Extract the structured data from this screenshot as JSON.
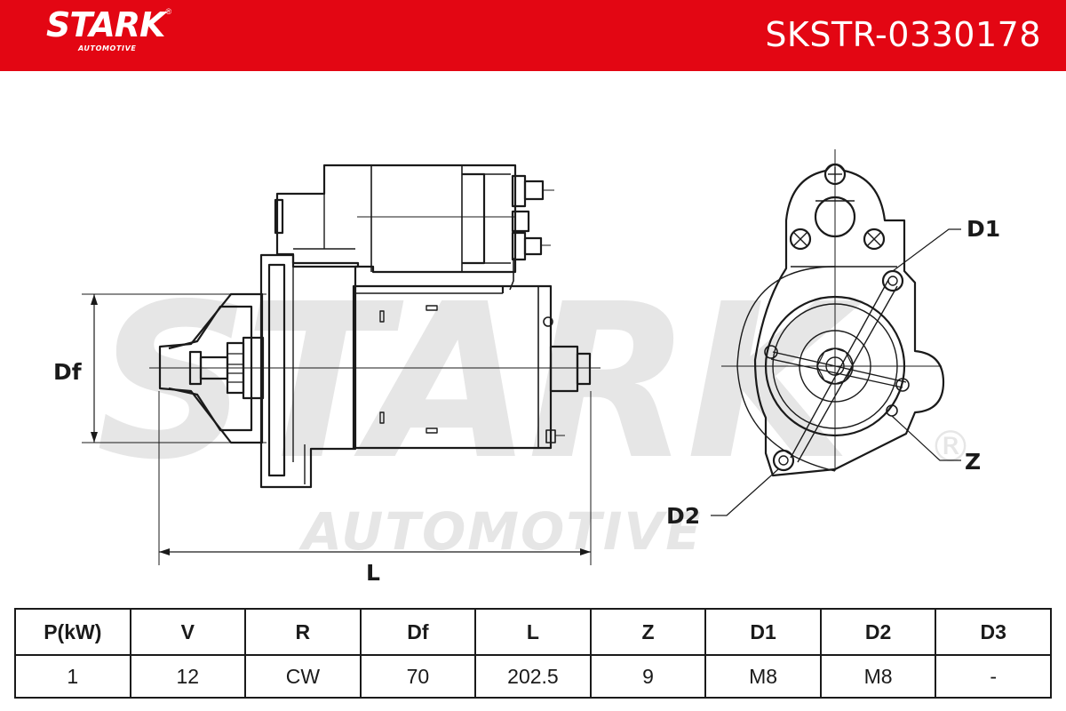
{
  "header": {
    "logo_text": "STARK",
    "logo_reg": "®",
    "logo_sub": "AUTOMOTIVE",
    "part_number": "SKSTR-0330178",
    "background_color": "#e30613"
  },
  "watermark": {
    "main": "STARK",
    "sub": "AUTOMOTIVE",
    "reg": "®"
  },
  "drawing_labels": {
    "df": "Df",
    "l": "L",
    "d1": "D1",
    "d2": "D2",
    "z": "Z"
  },
  "spec_table": {
    "headers": [
      "P(kW)",
      "V",
      "R",
      "Df",
      "L",
      "Z",
      "D1",
      "D2",
      "D3"
    ],
    "values": [
      "1",
      "12",
      "CW",
      "70",
      "202.5",
      "9",
      "M8",
      "M8",
      "-"
    ]
  }
}
